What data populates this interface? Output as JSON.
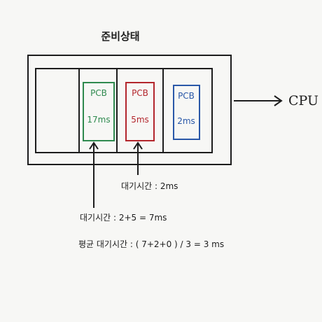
{
  "queue": {
    "title": "준비상태",
    "pcbs": [
      {
        "label": "PCB",
        "time": "17ms",
        "color": "#2f8a4f"
      },
      {
        "label": "PCB",
        "time": "5ms",
        "color": "#b3262c"
      },
      {
        "label": "PCB",
        "time": "2ms",
        "color": "#2a58a8"
      }
    ]
  },
  "cpu": {
    "label": "CPU"
  },
  "notes": {
    "wait_red": "대기시간 : 2ms",
    "wait_green": "대기시간 : 2+5 = 7ms",
    "average": "평균 대기시간 : ( 7+2+0 ) / 3 = 3 ms"
  },
  "colors": {
    "ink": "#1d1d1d",
    "green": "#2f8a4f",
    "red": "#b3262c",
    "blue": "#2a58a8"
  }
}
